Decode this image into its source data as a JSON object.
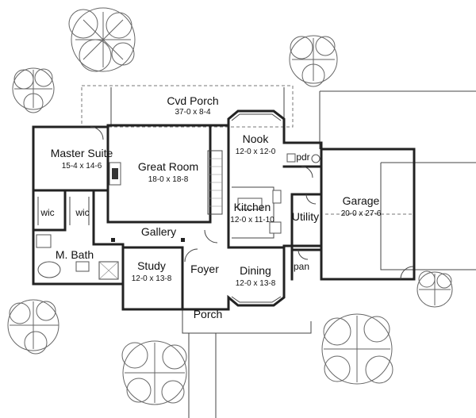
{
  "rooms": {
    "cvd_porch": {
      "name": "Cvd Porch",
      "dims": "37-0 x 8-4"
    },
    "master_suite": {
      "name": "Master Suite",
      "dims": "15-4 x 14-6"
    },
    "great_room": {
      "name": "Great Room",
      "dims": "18-0 x 18-8"
    },
    "nook": {
      "name": "Nook",
      "dims": "12-0 x 12-0"
    },
    "pdr": {
      "name": "pdr"
    },
    "kitchen": {
      "name": "Kitchen",
      "dims": "12-0 x 11-10"
    },
    "utility": {
      "name": "Utility"
    },
    "garage": {
      "name": "Garage",
      "dims": "20-0 x 27-6"
    },
    "wic_left": {
      "name": "wic"
    },
    "wic_right": {
      "name": "wic"
    },
    "gallery": {
      "name": "Gallery"
    },
    "m_bath": {
      "name": "M. Bath"
    },
    "study": {
      "name": "Study",
      "dims": "12-0 x 13-8"
    },
    "foyer": {
      "name": "Foyer"
    },
    "dining": {
      "name": "Dining",
      "dims": "12-0 x 13-8"
    },
    "pan": {
      "name": "pan"
    },
    "porch": {
      "name": "Porch"
    }
  }
}
